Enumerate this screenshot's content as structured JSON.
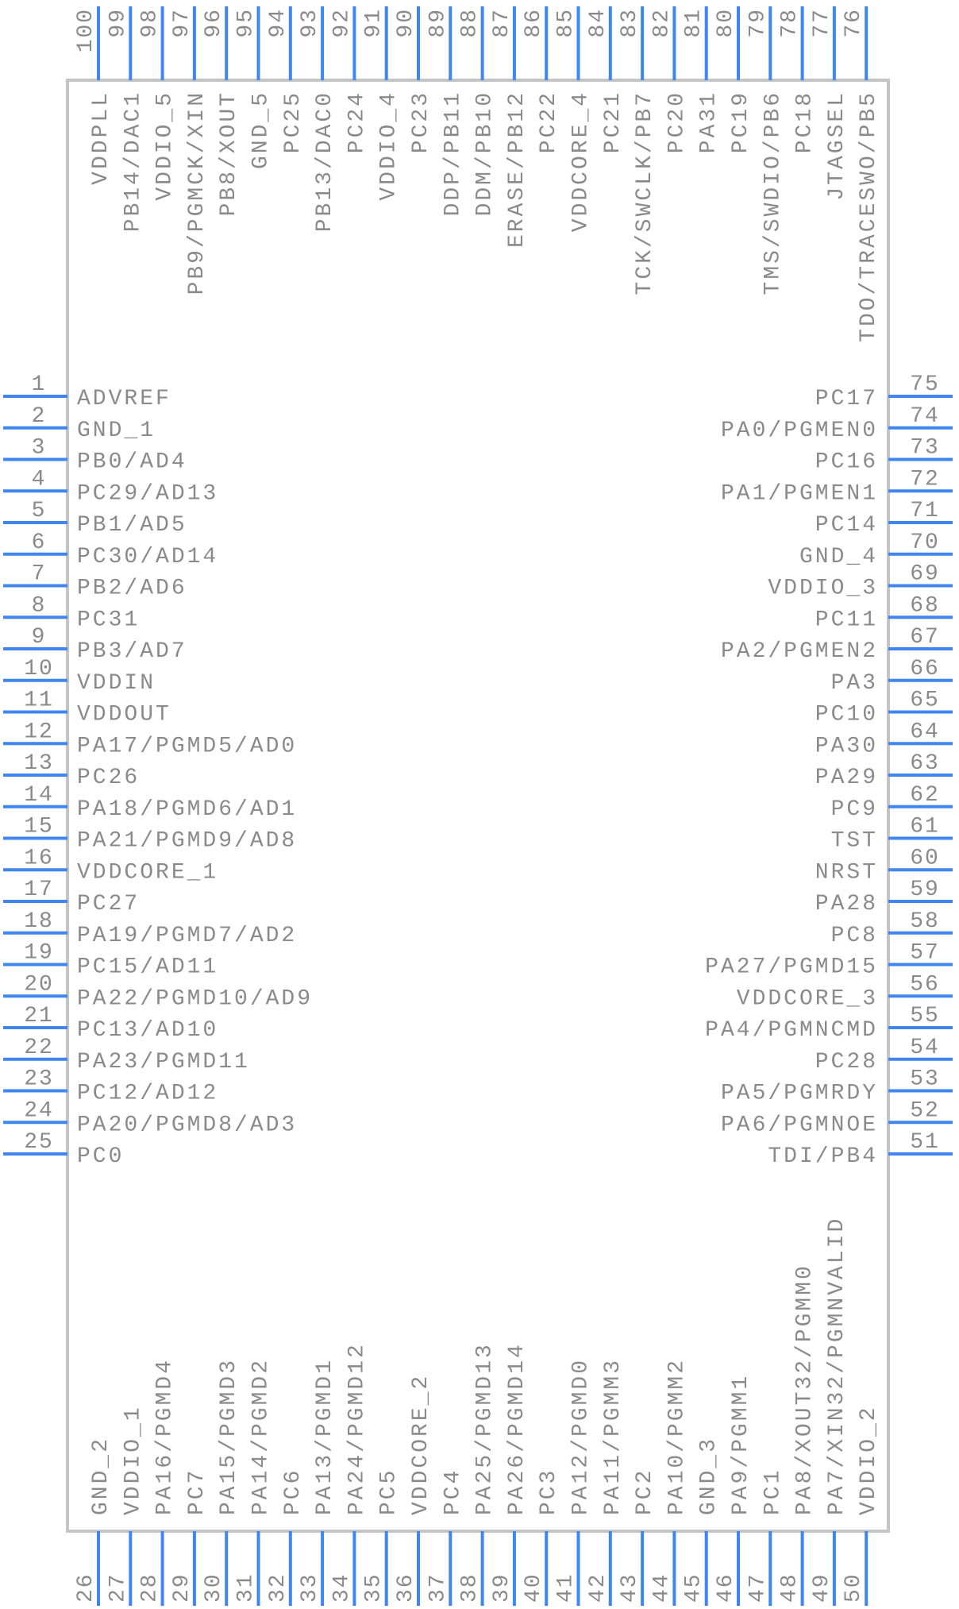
{
  "colors": {
    "pin": "#3f86f0",
    "body": "#c4c4c4",
    "text": "#8a8a8a"
  },
  "pins": {
    "left": [
      {
        "n": "1",
        "name": "ADVREF"
      },
      {
        "n": "2",
        "name": "GND_1"
      },
      {
        "n": "3",
        "name": "PB0/AD4"
      },
      {
        "n": "4",
        "name": "PC29/AD13"
      },
      {
        "n": "5",
        "name": "PB1/AD5"
      },
      {
        "n": "6",
        "name": "PC30/AD14"
      },
      {
        "n": "7",
        "name": "PB2/AD6"
      },
      {
        "n": "8",
        "name": "PC31"
      },
      {
        "n": "9",
        "name": "PB3/AD7"
      },
      {
        "n": "10",
        "name": "VDDIN"
      },
      {
        "n": "11",
        "name": "VDDOUT"
      },
      {
        "n": "12",
        "name": "PA17/PGMD5/AD0"
      },
      {
        "n": "13",
        "name": "PC26"
      },
      {
        "n": "14",
        "name": "PA18/PGMD6/AD1"
      },
      {
        "n": "15",
        "name": "PA21/PGMD9/AD8"
      },
      {
        "n": "16",
        "name": "VDDCORE_1"
      },
      {
        "n": "17",
        "name": "PC27"
      },
      {
        "n": "18",
        "name": "PA19/PGMD7/AD2"
      },
      {
        "n": "19",
        "name": "PC15/AD11"
      },
      {
        "n": "20",
        "name": "PA22/PGMD10/AD9"
      },
      {
        "n": "21",
        "name": "PC13/AD10"
      },
      {
        "n": "22",
        "name": "PA23/PGMD11"
      },
      {
        "n": "23",
        "name": "PC12/AD12"
      },
      {
        "n": "24",
        "name": "PA20/PGMD8/AD3"
      },
      {
        "n": "25",
        "name": "PC0"
      }
    ],
    "bottom": [
      {
        "n": "26",
        "name": "GND_2"
      },
      {
        "n": "27",
        "name": "VDDIO_1"
      },
      {
        "n": "28",
        "name": "PA16/PGMD4"
      },
      {
        "n": "29",
        "name": "PC7"
      },
      {
        "n": "30",
        "name": "PA15/PGMD3"
      },
      {
        "n": "31",
        "name": "PA14/PGMD2"
      },
      {
        "n": "32",
        "name": "PC6"
      },
      {
        "n": "33",
        "name": "PA13/PGMD1"
      },
      {
        "n": "34",
        "name": "PA24/PGMD12"
      },
      {
        "n": "35",
        "name": "PC5"
      },
      {
        "n": "36",
        "name": "VDDCORE_2"
      },
      {
        "n": "37",
        "name": "PC4"
      },
      {
        "n": "38",
        "name": "PA25/PGMD13"
      },
      {
        "n": "39",
        "name": "PA26/PGMD14"
      },
      {
        "n": "40",
        "name": "PC3"
      },
      {
        "n": "41",
        "name": "PA12/PGMD0"
      },
      {
        "n": "42",
        "name": "PA11/PGMM3"
      },
      {
        "n": "43",
        "name": "PC2"
      },
      {
        "n": "44",
        "name": "PA10/PGMM2"
      },
      {
        "n": "45",
        "name": "GND_3"
      },
      {
        "n": "46",
        "name": "PA9/PGMM1"
      },
      {
        "n": "47",
        "name": "PC1"
      },
      {
        "n": "48",
        "name": "PA8/XOUT32/PGMM0"
      },
      {
        "n": "49",
        "name": "PA7/XIN32/PGMNVALID"
      },
      {
        "n": "50",
        "name": "VDDIO_2"
      }
    ],
    "right": [
      {
        "n": "51",
        "name": "TDI/PB4"
      },
      {
        "n": "52",
        "name": "PA6/PGMNOE"
      },
      {
        "n": "53",
        "name": "PA5/PGMRDY"
      },
      {
        "n": "54",
        "name": "PC28"
      },
      {
        "n": "55",
        "name": "PA4/PGMNCMD"
      },
      {
        "n": "56",
        "name": "VDDCORE_3"
      },
      {
        "n": "57",
        "name": "PA27/PGMD15"
      },
      {
        "n": "58",
        "name": "PC8"
      },
      {
        "n": "59",
        "name": "PA28"
      },
      {
        "n": "60",
        "name": "NRST"
      },
      {
        "n": "61",
        "name": "TST"
      },
      {
        "n": "62",
        "name": "PC9"
      },
      {
        "n": "63",
        "name": "PA29"
      },
      {
        "n": "64",
        "name": "PA30"
      },
      {
        "n": "65",
        "name": "PC10"
      },
      {
        "n": "66",
        "name": "PA3"
      },
      {
        "n": "67",
        "name": "PA2/PGMEN2"
      },
      {
        "n": "68",
        "name": "PC11"
      },
      {
        "n": "69",
        "name": "VDDIO_3"
      },
      {
        "n": "70",
        "name": "GND_4"
      },
      {
        "n": "71",
        "name": "PC14"
      },
      {
        "n": "72",
        "name": "PA1/PGMEN1"
      },
      {
        "n": "73",
        "name": "PC16"
      },
      {
        "n": "74",
        "name": "PA0/PGMEN0"
      },
      {
        "n": "75",
        "name": "PC17"
      }
    ],
    "top": [
      {
        "n": "76",
        "name": "TDO/TRACESWO/PB5"
      },
      {
        "n": "77",
        "name": "JTAGSEL"
      },
      {
        "n": "78",
        "name": "PC18"
      },
      {
        "n": "79",
        "name": "TMS/SWDIO/PB6"
      },
      {
        "n": "80",
        "name": "PC19"
      },
      {
        "n": "81",
        "name": "PA31"
      },
      {
        "n": "82",
        "name": "PC20"
      },
      {
        "n": "83",
        "name": "TCK/SWCLK/PB7"
      },
      {
        "n": "84",
        "name": "PC21"
      },
      {
        "n": "85",
        "name": "VDDCORE_4"
      },
      {
        "n": "86",
        "name": "PC22"
      },
      {
        "n": "87",
        "name": "ERASE/PB12"
      },
      {
        "n": "88",
        "name": "DDM/PB10"
      },
      {
        "n": "89",
        "name": "DDP/PB11"
      },
      {
        "n": "90",
        "name": "PC23"
      },
      {
        "n": "91",
        "name": "VDDIO_4"
      },
      {
        "n": "92",
        "name": "PC24"
      },
      {
        "n": "93",
        "name": "PB13/DAC0"
      },
      {
        "n": "94",
        "name": "PC25"
      },
      {
        "n": "95",
        "name": "GND_5"
      },
      {
        "n": "96",
        "name": "PB8/XOUT"
      },
      {
        "n": "97",
        "name": "PB9/PGMCK/XIN"
      },
      {
        "n": "98",
        "name": "VDDIO_5"
      },
      {
        "n": "99",
        "name": "PB14/DAC1"
      },
      {
        "n": "100",
        "name": "VDDPLL"
      }
    ]
  }
}
